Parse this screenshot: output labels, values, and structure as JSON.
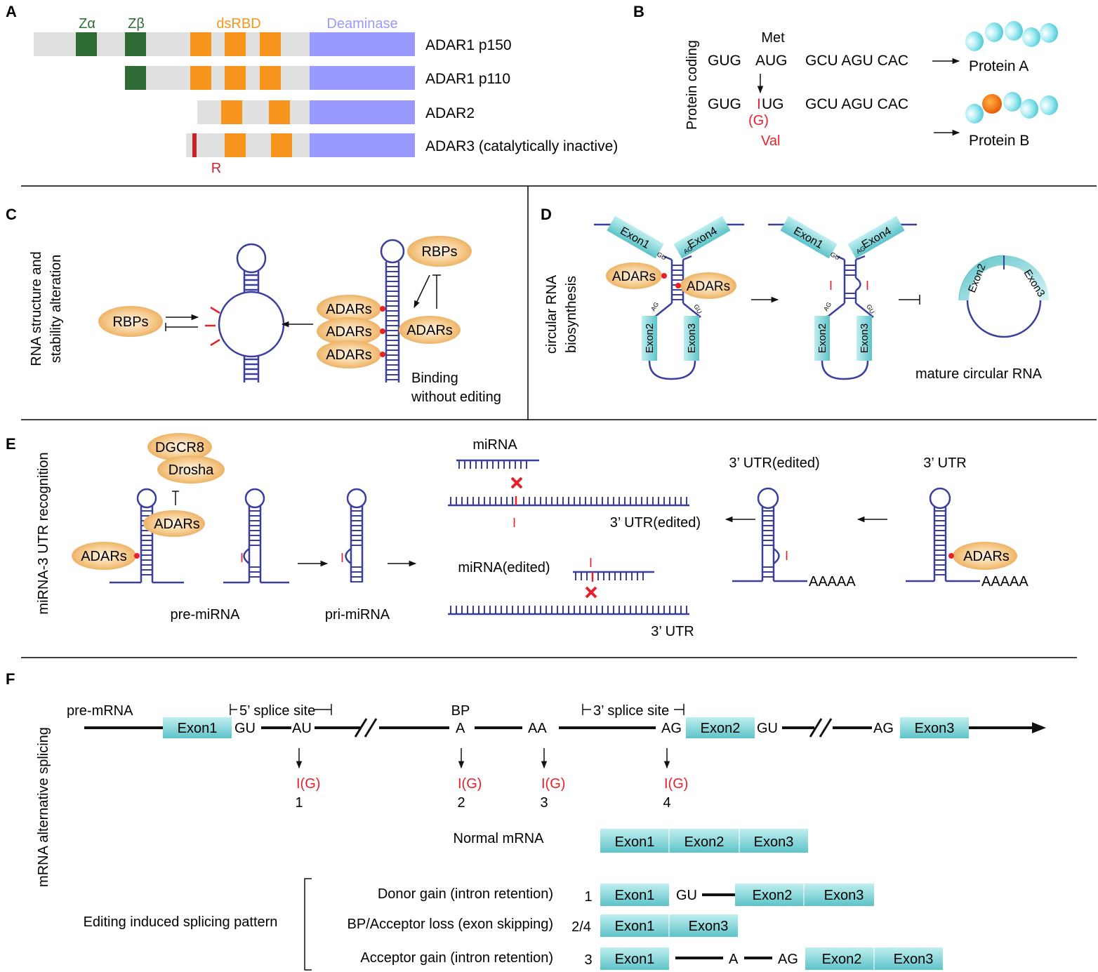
{
  "panels": {
    "A": {
      "letter": "A",
      "domains": {
        "za": "Zα",
        "zb": "Zβ",
        "dsrbd": "dsRBD",
        "deaminase": "Deaminase",
        "r": "R"
      },
      "proteins": [
        "ADAR1 p150",
        "ADAR1 p110",
        "ADAR2",
        "ADAR3 (catalytically inactive)"
      ],
      "colors": {
        "z": "#2f6b34",
        "dsrbd": "#f7941d",
        "deaminase": "#9999ff",
        "backbone": "#e0e0e0",
        "r": "#c1272d"
      }
    },
    "B": {
      "letter": "B",
      "side_label": "Protein coding",
      "met": "Met",
      "row1": [
        "GUG",
        "AUG",
        "GCU AGU CAC"
      ],
      "row2": [
        "GUG",
        "UG",
        "GCU AGU CAC"
      ],
      "edit": "I",
      "edit_g": "(G)",
      "val": "Val",
      "protein_a": "Protein A",
      "protein_b": "Protein B"
    },
    "C": {
      "letter": "C",
      "side_label_1": "RNA structure  and",
      "side_label_2": "stability alteration",
      "rbps": "RBPs",
      "adars": "ADARs",
      "binding_1": "Binding",
      "binding_2": "without editing"
    },
    "D": {
      "letter": "D",
      "side_label_1": "circular RNA",
      "side_label_2": "biosynthesis",
      "exon1": "Exon1",
      "exon2": "Exon2",
      "exon3": "Exon3",
      "exon4": "Exon4",
      "gu": "GU",
      "ag": "AG",
      "adars": "ADARs",
      "edit": "I",
      "mature": "mature circular RNA"
    },
    "E": {
      "letter": "E",
      "side_label": "miRNA-3 UTR recognition",
      "dgcr8": "DGCR8",
      "drosha": "Drosha",
      "adars": "ADARs",
      "edit": "I",
      "pre_mirna": "pre-miRNA",
      "pri_mirna": "pri-miRNA",
      "mirna": "miRNA",
      "mirna_edited": "miRNA(edited)",
      "utr_edited": "3’ UTR(edited)",
      "utr": "3’ UTR",
      "polya": "AAAAA"
    },
    "F": {
      "letter": "F",
      "side_label": "mRNA alternative splicing",
      "pre_mrna": "pre-mRNA",
      "splice5": "5’ splice site",
      "splice3": "3’ splice site",
      "bp": "BP",
      "gu": "GU",
      "au": "AU",
      "a": "A",
      "aa": "AA",
      "ag": "AG",
      "exon1": "Exon1",
      "exon2": "Exon2",
      "exon3": "Exon3",
      "ig": "I(G)",
      "sites": [
        "1",
        "2",
        "3",
        "4"
      ],
      "normal_mrna": "Normal mRNA",
      "pattern_label": "Editing induced splicing pattern",
      "patterns": [
        {
          "name": "Donor gain (intron retention)",
          "num": "1"
        },
        {
          "name": "BP/Acceptor loss (exon skipping)",
          "num": "2/4"
        },
        {
          "name": "Acceptor gain (intron retention)",
          "num": "3"
        }
      ],
      "colors": {
        "exon": "#8fd9dc",
        "edit_red": "#e8202a"
      }
    }
  }
}
